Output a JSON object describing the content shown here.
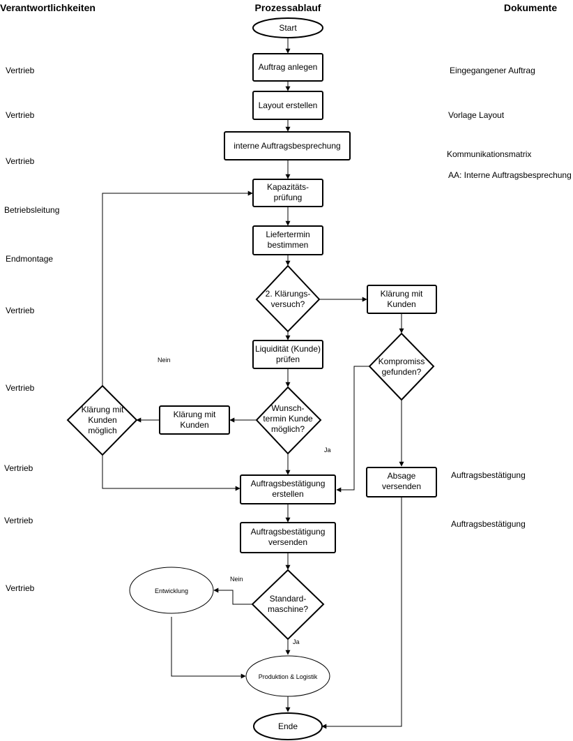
{
  "headers": {
    "responsibilities": "Verantwortlichkeiten",
    "process": "Prozessablauf",
    "documents": "Dokumente"
  },
  "responsibilities": [
    "Vertrieb",
    "Vertrieb",
    "Vertrieb",
    "Betriebsleitung",
    "Endmontage",
    "Vertrieb",
    "Vertrieb",
    "Vertrieb",
    "Vertrieb",
    "Vertrieb"
  ],
  "documents": [
    "Eingegangener Auftrag",
    "Vorlage Layout",
    "Kommunikationsmatrix",
    "AA: Interne Auftragsbesprechung",
    "Auftragsbestätigung",
    "Auftragsbestätigung"
  ],
  "nodes": {
    "start": [
      "Start"
    ],
    "auftrag_anlegen": [
      "Auftrag anlegen"
    ],
    "layout_erstellen": [
      "Layout erstellen"
    ],
    "interne_besprechung": [
      "interne Auftragsbesprechung"
    ],
    "kapazitaet": [
      "Kapazitäts-",
      "prüfung"
    ],
    "liefertermin": [
      "Liefertermin",
      "bestimmen"
    ],
    "klaerungsversuch": [
      "2. Klärungs-",
      "versuch?"
    ],
    "klaerung_kunden_right": [
      "Klärung mit",
      "Kunden"
    ],
    "liquiditaet": [
      "Liquidität (Kunde)",
      "prüfen"
    ],
    "kompromiss": [
      "Kompromiss",
      "gefunden?"
    ],
    "wunschtermin": [
      "Wunsch-",
      "termin Kunde",
      "möglich?"
    ],
    "klaerung_kunden_mid": [
      "Klärung mit",
      "Kunden"
    ],
    "klaerung_moeglich": [
      "Klärung mit",
      "Kunden",
      "möglich"
    ],
    "ab_erstellen": [
      "Auftragsbestätigung",
      "erstellen"
    ],
    "absage": [
      "Absage",
      "versenden"
    ],
    "ab_versenden": [
      "Auftragsbestätigung",
      "versenden"
    ],
    "standardmaschine": [
      "Standard-",
      "maschine?"
    ],
    "entwicklung": [
      "Entwicklung"
    ],
    "produktion": [
      "Produktion & Logistik"
    ],
    "ende": [
      "Ende"
    ]
  },
  "edge_labels": {
    "nein_1": "Nein",
    "ja_1": "Ja",
    "nein_2": "Nein",
    "ja_2": "Ja"
  }
}
